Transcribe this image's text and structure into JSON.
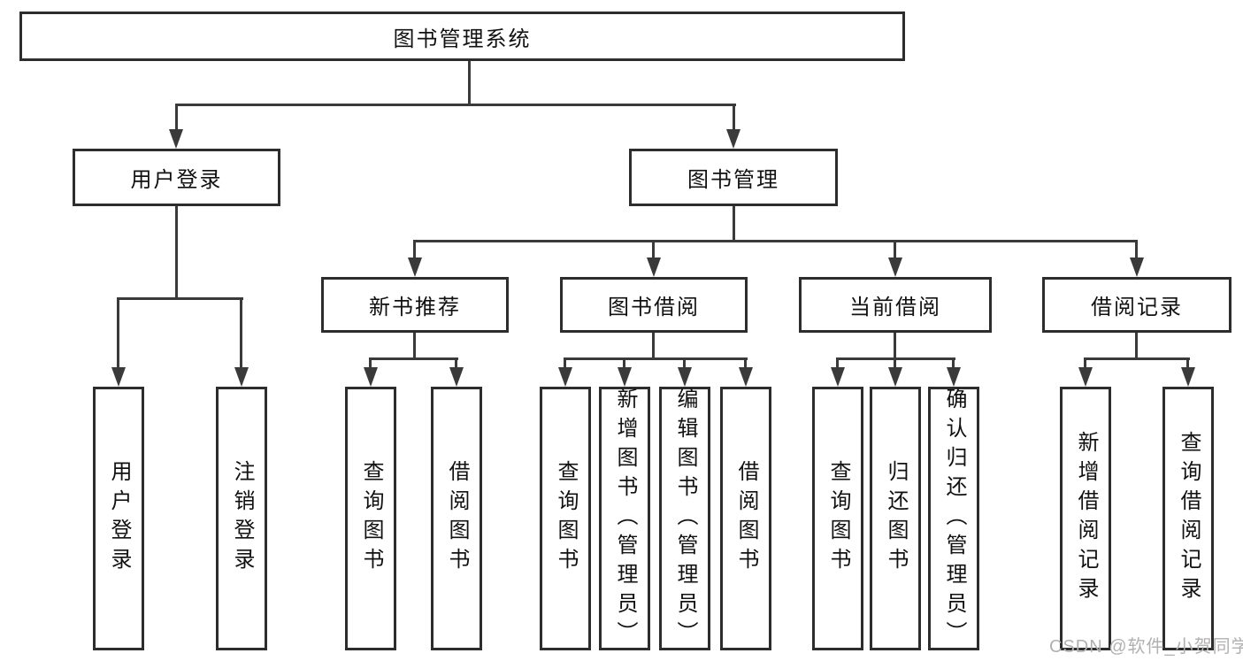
{
  "diagram": {
    "root": {
      "label": "图书管理系统"
    },
    "level2": [
      {
        "id": "user-login",
        "label": "用户登录"
      },
      {
        "id": "book-management",
        "label": "图书管理"
      }
    ],
    "level3": [
      {
        "id": "new-book-recommend",
        "label": "新书推荐"
      },
      {
        "id": "book-borrowing",
        "label": "图书借阅"
      },
      {
        "id": "current-borrowing",
        "label": "当前借阅"
      },
      {
        "id": "borrow-records",
        "label": "借阅记录"
      }
    ],
    "leaves": {
      "user_login": [
        "用户登录",
        "注销登录"
      ],
      "new_book_recommend": [
        "查询图书",
        "借阅图书"
      ],
      "book_borrowing": [
        "查询图书",
        "新增图书（管理员）",
        "编辑图书（管理员）",
        "借阅图书"
      ],
      "current_borrowing": [
        "查询图书",
        "归还图书",
        "确认归还（管理员）"
      ],
      "borrow_records": [
        "新增借阅记录",
        "查询借阅记录"
      ]
    }
  },
  "watermark": {
    "text": "CSDN @软件_小贺同学",
    "color": "#b2b0b0"
  },
  "colors": {
    "line": "#3a3a3a",
    "box_border": "#2d2d2d",
    "text": "#111111",
    "background": "#ffffff"
  }
}
